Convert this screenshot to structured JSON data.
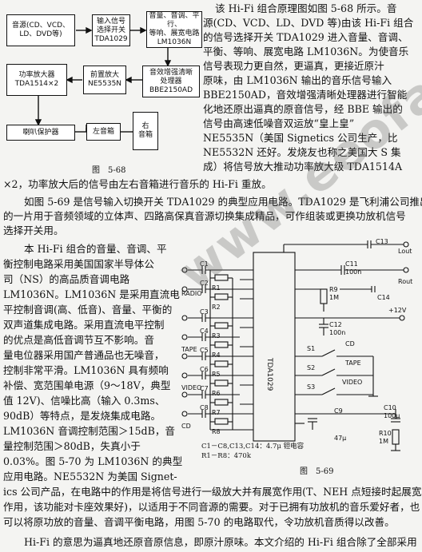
{
  "fig68": {
    "blocks": {
      "sources": "音源(CD、VCD、LD、DVD等)",
      "selector": [
        "输入信号",
        "选择开关",
        "TDA1029"
      ],
      "tone": [
        "音量、音调、平行、",
        "等响、展宽电路",
        "LM1036N"
      ],
      "power": [
        "功率放大器",
        "TDA1514×2"
      ],
      "preamp": [
        "前置放大",
        "NE5535N"
      ],
      "restore": [
        "音效增强清晰",
        "处理器",
        "BBE2150AD"
      ],
      "protect": "喇叭保护器",
      "speakers": "左音箱",
      "speakers2": [
        "右",
        "音箱"
      ]
    },
    "caption": "图　5-68"
  },
  "fig69": {
    "labels": {
      "radio": "RADIO",
      "tape": "TAPE",
      "video": "VIDEO",
      "cd": "CD",
      "chip": "TDA1029",
      "lout": "Lout",
      "rout": "Rout",
      "vplus": "+12V",
      "c13": "C13",
      "c11": "C11",
      "c11v": "100n",
      "c14": "C14",
      "r9": "R9",
      "r9v": "1M",
      "c12": "C12",
      "c12v": "100n",
      "c9": "C9",
      "c9v": "47μ",
      "c10": "C10",
      "c10v": "100μ",
      "r10": "R10",
      "r10v": "1M",
      "s1": "S1",
      "s2": "S2",
      "s3": "S3",
      "sw_cd": "CD",
      "sw_tape": "TAPE",
      "sw_video": "VIDEO",
      "c_labels": [
        "C1",
        "C2",
        "C3",
        "C4",
        "C5",
        "C6",
        "C7",
        "C8"
      ],
      "r_labels": [
        "R1",
        "R2",
        "R3",
        "R4",
        "R5",
        "R6",
        "R7",
        "R8"
      ]
    },
    "note1": "C1－C8,C13,C14：4.7μ 钽电容",
    "note2": "R1－R8：470k",
    "caption": "图　5-69"
  },
  "watermark": "www.eeofans.com",
  "paragraphs": {
    "right_top": [
      "该 Hi-Fi 组合原理图如图 5-68 所示。音",
      "源(CD、VCD、LD、DVD 等)由该 Hi-Fi 组合",
      "的信号选择开关 TDA1029 进入音量、音调、",
      "平衡、等响、展宽电路 LM1036N。为使音乐",
      "信号表现力更自然，更逼真，更接近原汁",
      "原味，由 LM1036N 输出的音乐信号输入",
      "BBE2150AD，音效增强清晰处理器进行智能",
      "化地还原出逼真的原音信号，经 BBE 输出的",
      "信号由高速低噪音双运放“皇上皇”",
      "NE5535N（美国 Signetics 公司生产，比",
      "NE5532N 还好。发烧友也称之美国大 S 集",
      "成）将信号放大推动功率放大级 TDA1514A"
    ],
    "full1": "×2，功率放大后的信号由左右音箱进行音乐的 Hi-Fi 重放。",
    "full2": [
      "如图 5-69 是信号输入切换开关 TDA1029 的典型应用电路。TDA1029 是飞利浦公司推出",
      "的一片用于音频领域的立体声、四路高保真音源切换集成精品，可作组装或更换功放机信号",
      "选择开关用。"
    ],
    "left_col": [
      "本 Hi-Fi 组合的音量、音调、平",
      "衡控制电路采用美国国家半导体公",
      "司（NS）的高品质音调电路",
      "LM1036N。LM1036N 是采用直流电",
      "平控制音调(高、低音)、音量、平衡的",
      "双声道集成电路。采用直流电平控制",
      "的优点是高低音调节互不影响。音",
      "量电位器采用国产普通品也无噪音，",
      "控制非常平滑。LM1036N 具有频响",
      "补偿、宽范围单电源（9～18V，典型",
      "值 12V)、信噪比高（输入 0.3ms、",
      "90dB）等特点，是发烧集成电路。",
      "LM1036N 音调控制范围＞15dB，音",
      "量控制范围＞80dB，失真小于",
      "0.03%。图 5-70 为 LM1036N 的典型",
      "应用电路。NE5532N 为美国 Signet-"
    ],
    "full3": [
      "ics 公司产品，在电路中的作用是将信号进行一级放大并有展宽作用(T、NEH 点短接时起展宽",
      "作用，该功能对卡座效果好)，以适用于不同音源的需要。对于已拥有功放机的音乐爱好者，也",
      "可以将原功放的音量、音调平衡电路，用图 5-70 的电路取代，令功放机音质得以改善。"
    ],
    "bottom": "Hi-Fi 的意思为逼真地还原音原信息，即原汁原味。本文介绍的 Hi-Fi 组合除了全部采用"
  }
}
